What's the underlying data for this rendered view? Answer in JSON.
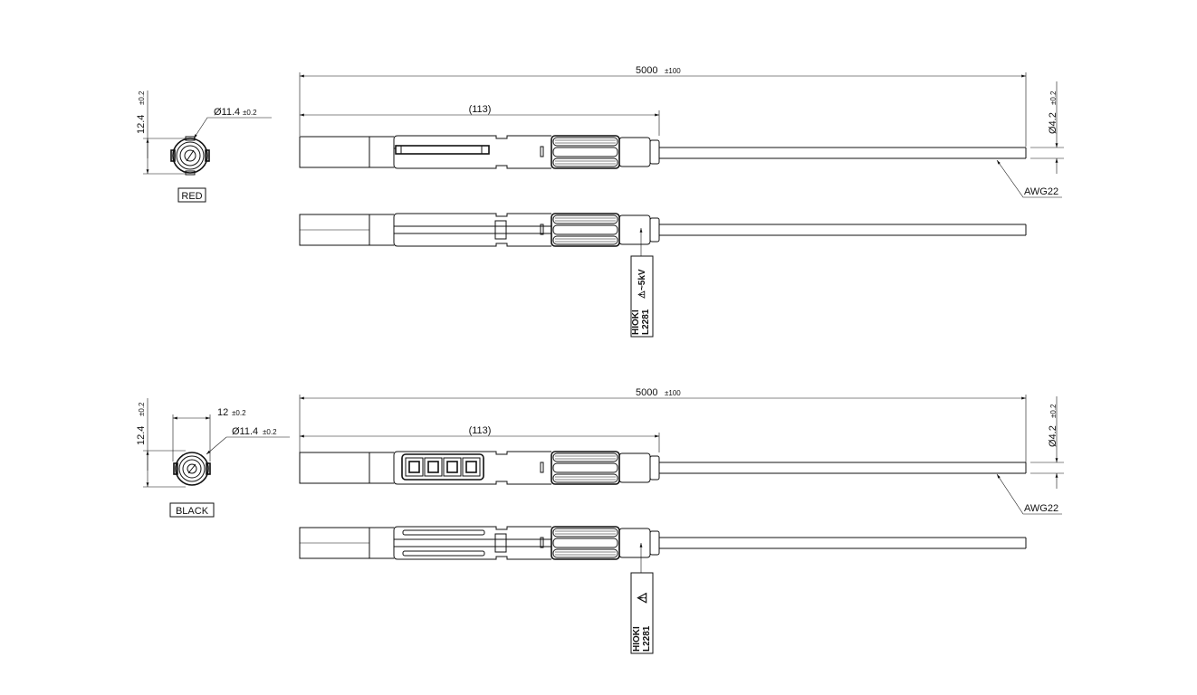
{
  "drawing": {
    "product_label": {
      "brand": "HIOKI",
      "model": "L2281",
      "rating": "⚠~5kV"
    },
    "red_variant": {
      "color_label": "RED",
      "height_dim": "12.4",
      "height_tol": "±0.2",
      "diameter_dim": "Ø11.4",
      "diameter_tol": "±0.2",
      "length_dim": "5000",
      "length_tol": "±100",
      "plug_length_dim": "(113)",
      "cable_diameter_dim": "Ø4.2",
      "cable_diameter_tol": "±0.2",
      "cable_gauge": "AWG22"
    },
    "black_variant": {
      "color_label": "BLACK",
      "height_dim": "12.4",
      "height_tol": "±0.2",
      "width_dim": "12",
      "width_tol": "±0.2",
      "diameter_dim": "Ø11.4",
      "diameter_tol": "±0.2",
      "length_dim": "5000",
      "length_tol": "±100",
      "plug_length_dim": "(113)",
      "cable_diameter_dim": "Ø4.2",
      "cable_diameter_tol": "±0.2",
      "cable_gauge": "AWG22",
      "label_symbol": "⚠"
    }
  }
}
